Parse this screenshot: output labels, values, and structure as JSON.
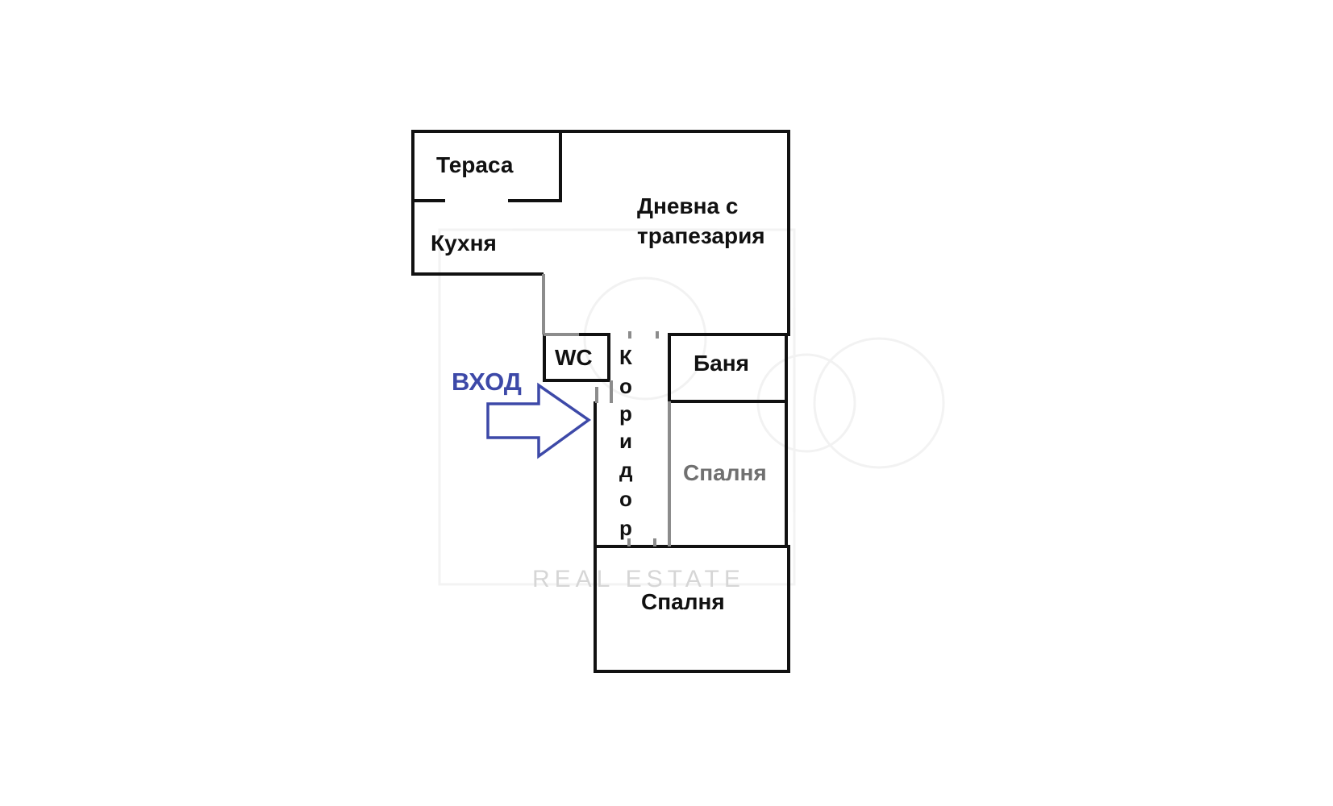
{
  "floorplan": {
    "rooms": {
      "terrace": "Тераса",
      "kitchen": "Кухня",
      "living_line1": "Дневна с",
      "living_line2": "трапезария",
      "wc": "WC",
      "bathroom": "Баня",
      "bedroom_right": "Спалня",
      "bedroom_bottom": "Спалня",
      "corridor_letters": [
        "К",
        "о",
        "р",
        "и",
        "д",
        "о",
        "р"
      ]
    },
    "entrance": {
      "label": "ВХОД",
      "color": "#3d49a8"
    },
    "watermark": {
      "text": "REAL ESTATE"
    }
  }
}
